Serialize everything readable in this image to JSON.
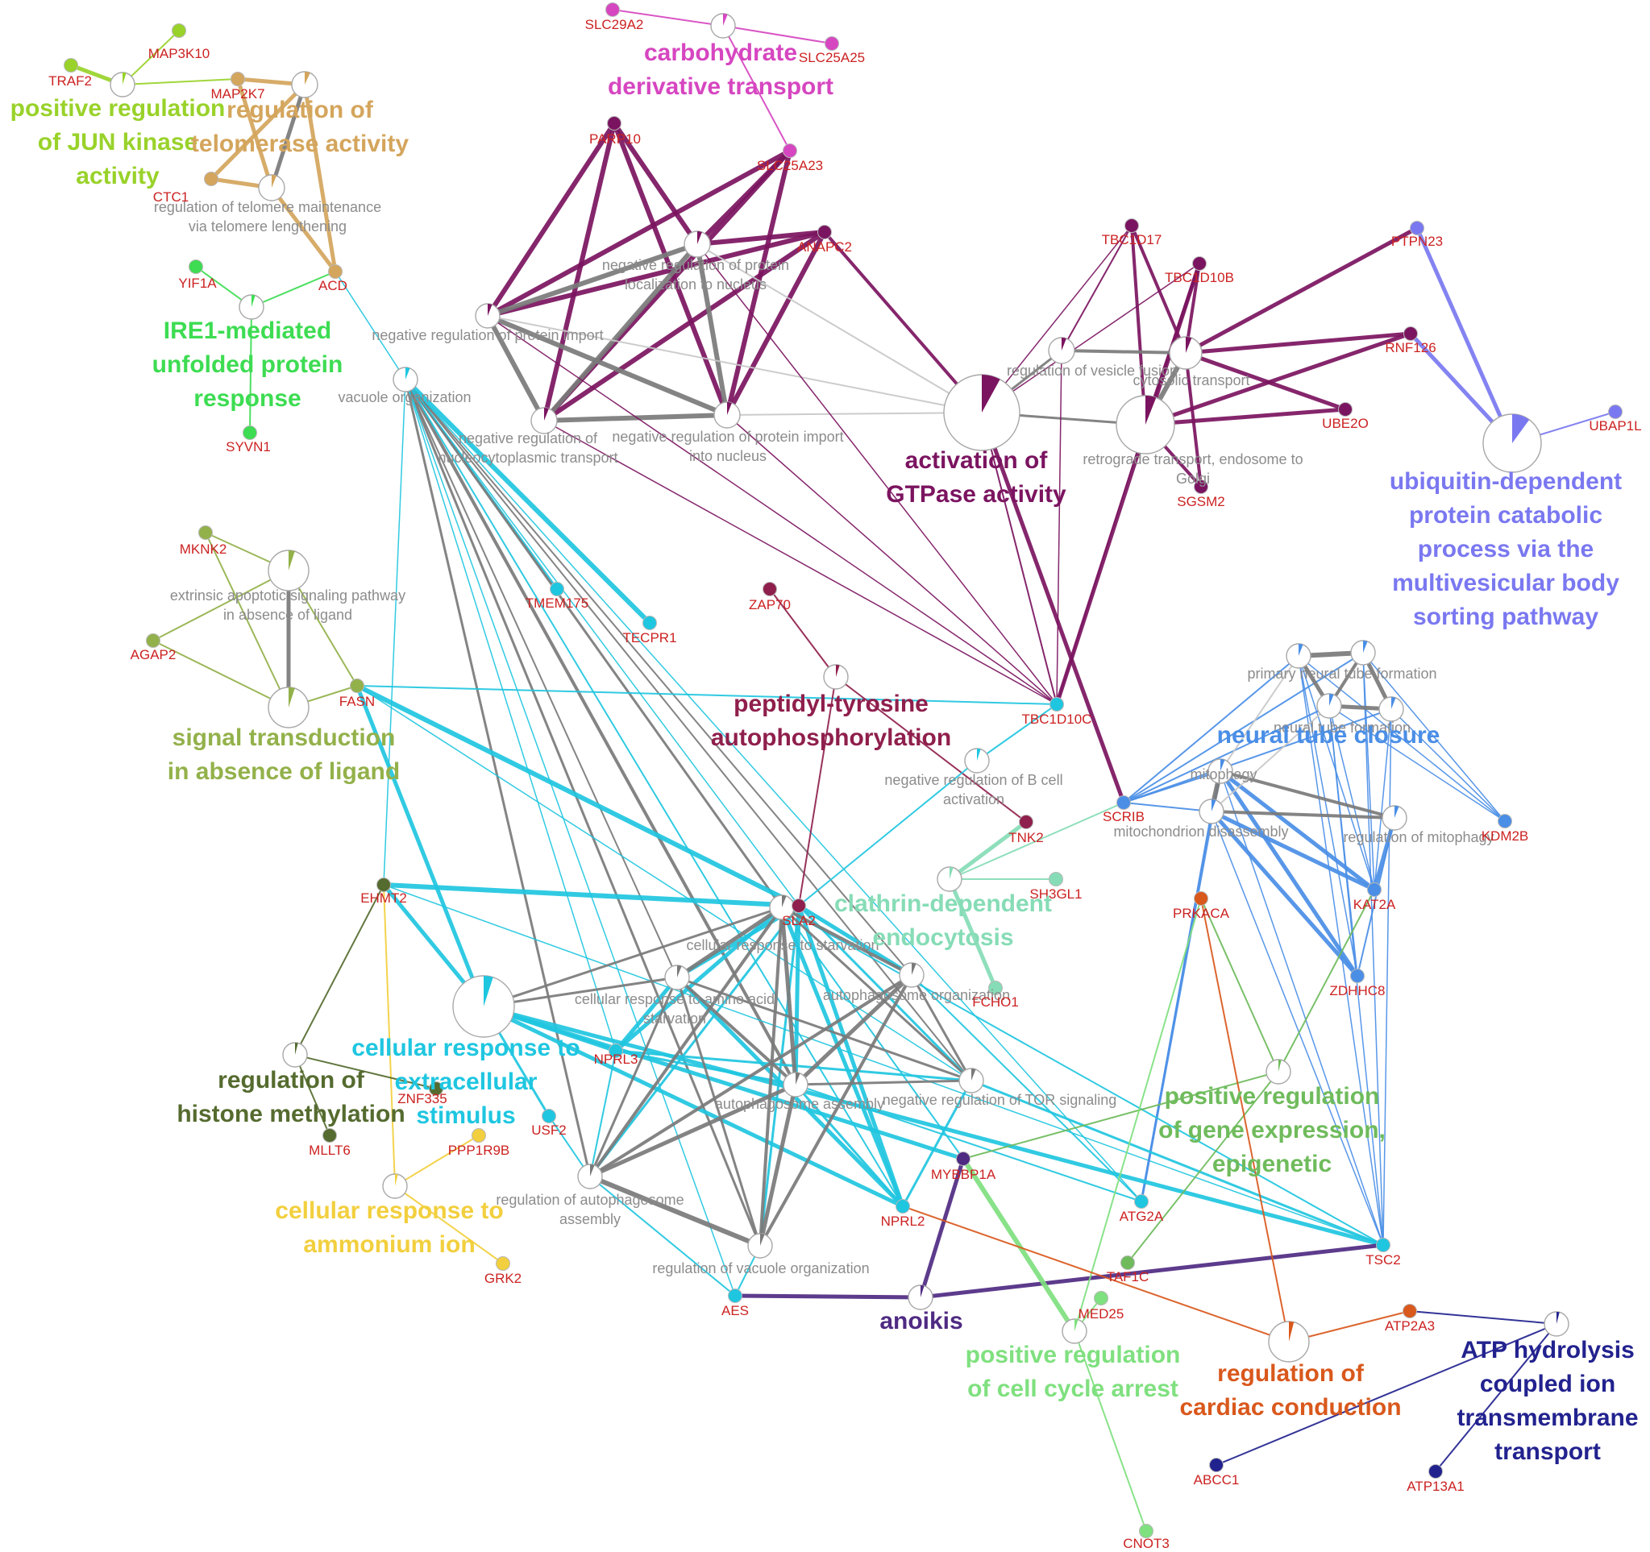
{
  "colors": {
    "jun": "#99d22a",
    "telo": "#d4a55c",
    "ire": "#3ddc52",
    "carb": "#d646c0",
    "gtp": "#7b1460",
    "ubq": "#7a78f0",
    "apo": "#93b14a",
    "ptyr": "#8f1f4c",
    "neural": "#4a8ee6",
    "clath": "#86dcb6",
    "cyan": "#1fc6e0",
    "hist": "#556b2f",
    "amm": "#f2cf3e",
    "gene": "#6fbb5c",
    "anoikis": "#4f2a82",
    "cellcyc": "#7fe07f",
    "cardiac": "#d9581c",
    "atp": "#22228f",
    "gray": "#7a7a7a",
    "lightgray": "#c8c8c8"
  },
  "clusters": [
    {
      "key": "jun",
      "lines": [
        "positive regulation",
        "of JUN kinase",
        "activity"
      ],
      "color": "#99d22a"
    },
    {
      "key": "telo",
      "lines": [
        "regulation of",
        "telomerase activity"
      ],
      "color": "#d4a55c"
    },
    {
      "key": "ire",
      "lines": [
        "IRE1-mediated",
        "unfolded protein",
        "response"
      ],
      "color": "#3ddc52"
    },
    {
      "key": "carb",
      "lines": [
        "carbohydrate",
        "derivative transport"
      ],
      "color": "#d646c0"
    },
    {
      "key": "gtp",
      "lines": [
        "activation of",
        "GTPase activity"
      ],
      "color": "#7b1460"
    },
    {
      "key": "ubq",
      "lines": [
        "ubiquitin-dependent",
        "protein catabolic",
        "process via the",
        "multivesicular body",
        "sorting pathway"
      ],
      "color": "#7a78f0"
    },
    {
      "key": "apo",
      "lines": [
        "signal transduction",
        "in absence of ligand"
      ],
      "color": "#93b14a"
    },
    {
      "key": "ptyr",
      "lines": [
        "peptidyl-tyrosine",
        "autophosphorylation"
      ],
      "color": "#8f1f4c"
    },
    {
      "key": "neural",
      "lines": [
        "neural tube closure"
      ],
      "color": "#4a8ee6"
    },
    {
      "key": "clath",
      "lines": [
        "clathrin-dependent",
        "endocytosis"
      ],
      "color": "#86dcb6"
    },
    {
      "key": "cyan",
      "lines": [
        "cellular response to",
        "extracellular",
        "stimulus"
      ],
      "color": "#1fc6e0"
    },
    {
      "key": "hist",
      "lines": [
        "regulation of",
        "histone methylation"
      ],
      "color": "#556b2f"
    },
    {
      "key": "amm",
      "lines": [
        "cellular response to",
        "ammonium ion"
      ],
      "color": "#f2cf3e"
    },
    {
      "key": "gene",
      "lines": [
        "positive regulation",
        "of gene expression,",
        "epigenetic"
      ],
      "color": "#6fbb5c"
    },
    {
      "key": "anoikis",
      "lines": [
        "anoikis"
      ],
      "color": "#4f2a82"
    },
    {
      "key": "cellcyc",
      "lines": [
        "positive regulation",
        "of cell cycle arrest"
      ],
      "color": "#7fe07f"
    },
    {
      "key": "cardiac",
      "lines": [
        "regulation of",
        "cardiac conduction"
      ],
      "color": "#d9581c"
    },
    {
      "key": "atp",
      "lines": [
        "ATP hydrolysis",
        "coupled ion",
        "transmembrane",
        "transport"
      ],
      "color": "#22228f"
    }
  ],
  "terms": [
    {
      "id": "t_jun",
      "lines": []
    },
    {
      "id": "t_telo",
      "lines": []
    },
    {
      "id": "t_telomaint",
      "lines": [
        "regulation of telomere maintenance",
        "via telomere lengthening"
      ]
    },
    {
      "id": "t_ire",
      "lines": []
    },
    {
      "id": "t_carb",
      "lines": []
    },
    {
      "id": "t_neg_loc",
      "lines": [
        "negative regulation of protein",
        "localization to nucleus"
      ]
    },
    {
      "id": "t_neg_imp",
      "lines": [
        "negative regulation of protein import"
      ]
    },
    {
      "id": "t_neg_nuc",
      "lines": [
        "negative regulation of",
        "nucleocytoplasmic transport"
      ]
    },
    {
      "id": "t_neg_into",
      "lines": [
        "negative regulation of protein import",
        "into nucleus"
      ]
    },
    {
      "id": "t_gtp",
      "lines": []
    },
    {
      "id": "t_vesfus",
      "lines": [
        "regulation of vesicle fusion"
      ]
    },
    {
      "id": "t_cyto",
      "lines": [
        "cytosolic transport"
      ]
    },
    {
      "id": "t_retro",
      "lines": [
        "retrograde transport, endosome to",
        "Golgi"
      ]
    },
    {
      "id": "t_ubq",
      "lines": []
    },
    {
      "id": "t_vac",
      "lines": [
        "vacuole organization"
      ]
    },
    {
      "id": "t_apo1",
      "lines": [
        "extrinsic apoptotic signaling pathway",
        "in absence of ligand"
      ]
    },
    {
      "id": "t_apo2",
      "lines": []
    },
    {
      "id": "t_ptyr",
      "lines": []
    },
    {
      "id": "t_negB",
      "lines": [
        "negative regulation of B cell",
        "activation"
      ]
    },
    {
      "id": "t_nt1",
      "lines": [
        "primary neural tube formation"
      ]
    },
    {
      "id": "t_nt2",
      "lines": []
    },
    {
      "id": "t_nt3",
      "lines": [
        "neural tube formation"
      ]
    },
    {
      "id": "t_nt4",
      "lines": []
    },
    {
      "id": "t_mitophagy",
      "lines": [
        "mitophagy"
      ]
    },
    {
      "id": "t_mitodis",
      "lines": [
        "mitochondrion disassembly"
      ]
    },
    {
      "id": "t_regmito",
      "lines": [
        "regulation of mitophagy"
      ]
    },
    {
      "id": "t_clath",
      "lines": []
    },
    {
      "id": "t_cyan",
      "lines": []
    },
    {
      "id": "t_starv",
      "lines": [
        "cellular response to starvation"
      ]
    },
    {
      "id": "t_amino",
      "lines": [
        "cellular response to amino acid",
        "starvation"
      ]
    },
    {
      "id": "t_autoorg",
      "lines": [
        "autophagosome organization"
      ]
    },
    {
      "id": "t_autoass",
      "lines": [
        "autophagosome assembly"
      ]
    },
    {
      "id": "t_negTOR",
      "lines": [
        "negative regulation of TOR signaling"
      ]
    },
    {
      "id": "t_regauto",
      "lines": [
        "regulation of autophagosome",
        "assembly"
      ]
    },
    {
      "id": "t_regvac",
      "lines": [
        "regulation of vacuole organization"
      ]
    },
    {
      "id": "t_hist",
      "lines": []
    },
    {
      "id": "t_amm",
      "lines": []
    },
    {
      "id": "t_gene",
      "lines": []
    },
    {
      "id": "t_anoikis",
      "lines": []
    },
    {
      "id": "t_cellcyc",
      "lines": []
    },
    {
      "id": "t_cardiac",
      "lines": []
    },
    {
      "id": "t_atp",
      "lines": []
    }
  ],
  "genes": [
    {
      "id": "TRAF2",
      "label": "TRAF2"
    },
    {
      "id": "MAP3K10",
      "label": "MAP3K10"
    },
    {
      "id": "MAP2K7",
      "label": "MAP2K7"
    },
    {
      "id": "CTC1",
      "label": "CTC1"
    },
    {
      "id": "ACD",
      "label": "ACD"
    },
    {
      "id": "YIF1A",
      "label": "YIF1A"
    },
    {
      "id": "SYVN1",
      "label": "SYVN1"
    },
    {
      "id": "SLC29A2",
      "label": "SLC29A2"
    },
    {
      "id": "SLC25A25",
      "label": "SLC25A25"
    },
    {
      "id": "PARP10",
      "label": "PARP10"
    },
    {
      "id": "SLC25A23",
      "label": "SLC25A23"
    },
    {
      "id": "ANAPC2",
      "label": "ANAPC2"
    },
    {
      "id": "TBC1D17",
      "label": "TBC1D17"
    },
    {
      "id": "TBC1D10B",
      "label": "TBC1D10B"
    },
    {
      "id": "PTPN23",
      "label": "PTPN23"
    },
    {
      "id": "RNF126",
      "label": "RNF126"
    },
    {
      "id": "UBE2O",
      "label": "UBE2O"
    },
    {
      "id": "SGSM2",
      "label": "SGSM2"
    },
    {
      "id": "UBAP1L",
      "label": "UBAP1L"
    },
    {
      "id": "MKNK2",
      "label": "MKNK2"
    },
    {
      "id": "AGAP2",
      "label": "AGAP2"
    },
    {
      "id": "FASN",
      "label": "FASN"
    },
    {
      "id": "TMEM175",
      "label": "TMEM175"
    },
    {
      "id": "TECPR1",
      "label": "TECPR1"
    },
    {
      "id": "ZAP70",
      "label": "ZAP70"
    },
    {
      "id": "TBC1D10C",
      "label": "TBC1D10C"
    },
    {
      "id": "SCRIB",
      "label": "SCRIB"
    },
    {
      "id": "TNK2",
      "label": "TNK2"
    },
    {
      "id": "SH3GL1",
      "label": "SH3GL1"
    },
    {
      "id": "KDM2B",
      "label": "KDM2B"
    },
    {
      "id": "EHMT2",
      "label": "EHMT2"
    },
    {
      "id": "SLA2",
      "label": "SLA2"
    },
    {
      "id": "PRKACA",
      "label": "PRKACA"
    },
    {
      "id": "KAT2A",
      "label": "KAT2A"
    },
    {
      "id": "FCHO1",
      "label": "FCHO1"
    },
    {
      "id": "ZDHHC8",
      "label": "ZDHHC8"
    },
    {
      "id": "NPRL3",
      "label": "NPRL3"
    },
    {
      "id": "ZNF335",
      "label": "ZNF335"
    },
    {
      "id": "USF2",
      "label": "USF2"
    },
    {
      "id": "MLLT6",
      "label": "MLLT6"
    },
    {
      "id": "PPP1R9B",
      "label": "PPP1R9B"
    },
    {
      "id": "MYBBP1A",
      "label": "MYBBP1A"
    },
    {
      "id": "NPRL2",
      "label": "NPRL2"
    },
    {
      "id": "ATG2A",
      "label": "ATG2A"
    },
    {
      "id": "TSC2",
      "label": "TSC2"
    },
    {
      "id": "GRK2",
      "label": "GRK2"
    },
    {
      "id": "TAF1C",
      "label": "TAF1C"
    },
    {
      "id": "AES",
      "label": "AES"
    },
    {
      "id": "MED25",
      "label": "MED25"
    },
    {
      "id": "ATP2A3",
      "label": "ATP2A3"
    },
    {
      "id": "ABCC1",
      "label": "ABCC1"
    },
    {
      "id": "ATP13A1",
      "label": "ATP13A1"
    },
    {
      "id": "CNOT3",
      "label": "CNOT3"
    }
  ]
}
